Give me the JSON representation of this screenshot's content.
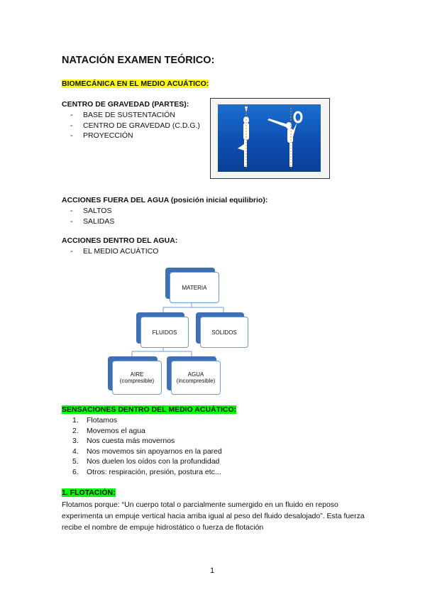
{
  "doc": {
    "title": "NATACIÓN EXAMEN TEÓRICO:",
    "biomecanica": "BIOMECÁNICA EN EL MEDIO ACUÁTICO:",
    "centro_heading": "CENTRO DE GRAVEDAD (PARTES):",
    "centro_items": [
      "BASE DE SUSTENTACIÓN",
      "CENTRO DE GRAVEDAD (C.D.G.)",
      "PROYECCIÓN"
    ],
    "fuera_heading": "ACCIONES FUERA DEL AGUA",
    "fuera_note": "(posición inicial equilibrio):",
    "fuera_items": [
      "SALTOS",
      "SALIDAS"
    ],
    "dentro_heading": "ACCIONES DENTRO DEL AGUA:",
    "dentro_items": [
      "EL MEDIO ACUÁTICO"
    ],
    "diagram": {
      "materia": "MATERIA",
      "fluidos": "FLUIDOS",
      "solidos": "SÓLIDOS",
      "aire": "AIRE",
      "aire_sub": "(compresible)",
      "agua": "AGUA",
      "agua_sub": "(incompresible)"
    },
    "sensaciones_heading": "SENSACIONES DENTRO DEL MEDIO ACUÁTICO:",
    "sensaciones": [
      {
        "n": "1.",
        "t": "Flotamos"
      },
      {
        "n": "2.",
        "t": "Movemos el agua"
      },
      {
        "n": "3.",
        "t": "Nos cuesta más movernos"
      },
      {
        "n": "4.",
        "t": "Nos movemos sin apoyarnos en la pared"
      },
      {
        "n": "5.",
        "t": "Nos duelen los oídos con la profundidad"
      },
      {
        "n": "6.",
        "t": "Otros: respiración, presión, postura etc..."
      }
    ],
    "flotacion_heading": "1. FLOTACIÓN:",
    "flotacion_text": "Flotamos porque: “Un cuerpo total o parcialmente sumergido en un fluido en reposo experimenta un empuje vertical hacia arriba igual al peso del fluido desalojado”. Esta fuerza recibe el nombre de empuje hidrostático o fuerza de flotación",
    "page_number": "1"
  },
  "colors": {
    "highlight_yellow": "#ffff00",
    "highlight_green": "#00ff00",
    "node_border": "#3f6fb5"
  }
}
